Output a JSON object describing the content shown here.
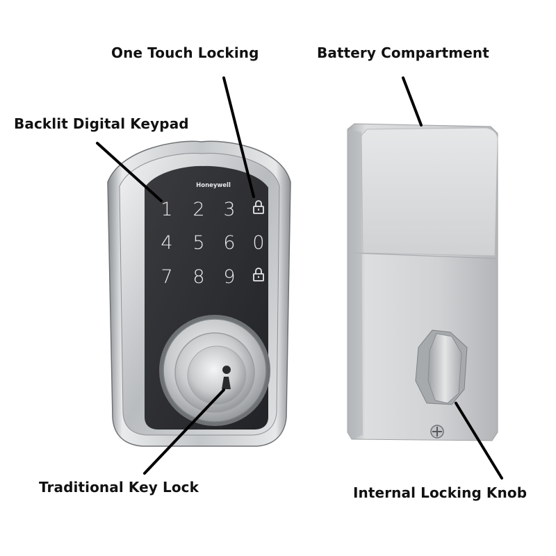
{
  "callouts": {
    "one_touch_locking": "One Touch Locking",
    "battery_compartment": "Battery Compartment",
    "backlit_digital_keypad": "Backlit Digital Keypad",
    "traditional_key_lock": "Traditional Key Lock",
    "internal_locking_knob": "Internal Locking Knob"
  },
  "front_lock": {
    "brand": "Honeywell",
    "keypad_rows": [
      [
        "1",
        "2",
        "3",
        "lock-icon"
      ],
      [
        "4",
        "5",
        "6",
        "0"
      ],
      [
        "7",
        "8",
        "9",
        "lock-icon"
      ]
    ]
  },
  "colors": {
    "callout_text": "#111111",
    "leader_line": "#000000",
    "keypad_glass": "#2b2c2f",
    "key_glyph": "#e6e8ea",
    "satin_nickel": "#c8cacc",
    "interior_body": "#d2d4d6"
  }
}
